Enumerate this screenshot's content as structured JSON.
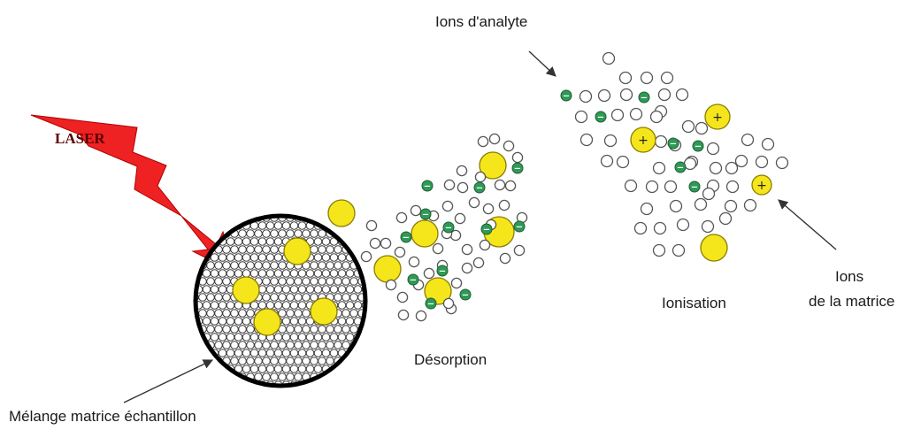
{
  "labels": {
    "laser": "LASER",
    "analyte_ions": "Ions d'analyte",
    "desorption": "Désorption",
    "ionisation": "Ionisation",
    "matrix_ions_line1": "Ions",
    "matrix_ions_line2": "de la matrice",
    "sample_matrix_mix": "Mélange matrice échantillon"
  },
  "symbols": {
    "analyte_ion_sign": "−",
    "matrix_ion_sign": "+"
  },
  "colors": {
    "laser": "#ee2222",
    "analyte": "#f5e61c",
    "analyte_stroke": "#8a7d00",
    "green_ion": "#2e9a55",
    "matrix_stroke": "#555555",
    "outline": "#000000",
    "arrow": "#333333"
  }
}
